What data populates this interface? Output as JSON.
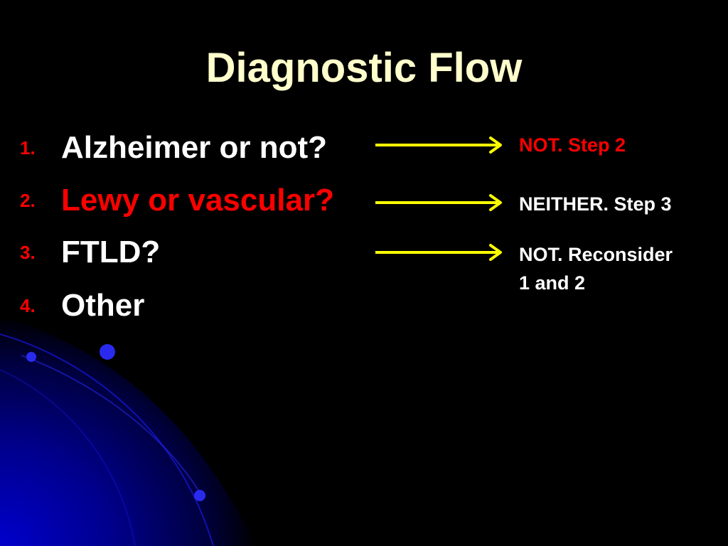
{
  "slide": {
    "title": "Diagnostic Flow",
    "items": [
      {
        "number": "1.",
        "text": "Alzheimer or not?"
      },
      {
        "number": "2.",
        "text": "Lewy or vascular?"
      },
      {
        "number": "3.",
        "text": "FTLD?"
      },
      {
        "number": "4.",
        "text": "Other"
      }
    ],
    "results": [
      {
        "text": "NOT. Step 2"
      },
      {
        "text": "NEITHER. Step 3"
      },
      {
        "line1": "NOT. Reconsider",
        "line2": "1 and 2"
      }
    ]
  },
  "colors": {
    "background": "#000000",
    "title": "#FFFFCC",
    "list_number": "#FF0000",
    "item_text": "#FFFFFF",
    "item_highlight": "#FF0000",
    "arrow": "#FFFF00",
    "result_highlight": "#FF0000",
    "result_text": "#FFFFFF",
    "decor_blue": "#0000AA"
  }
}
